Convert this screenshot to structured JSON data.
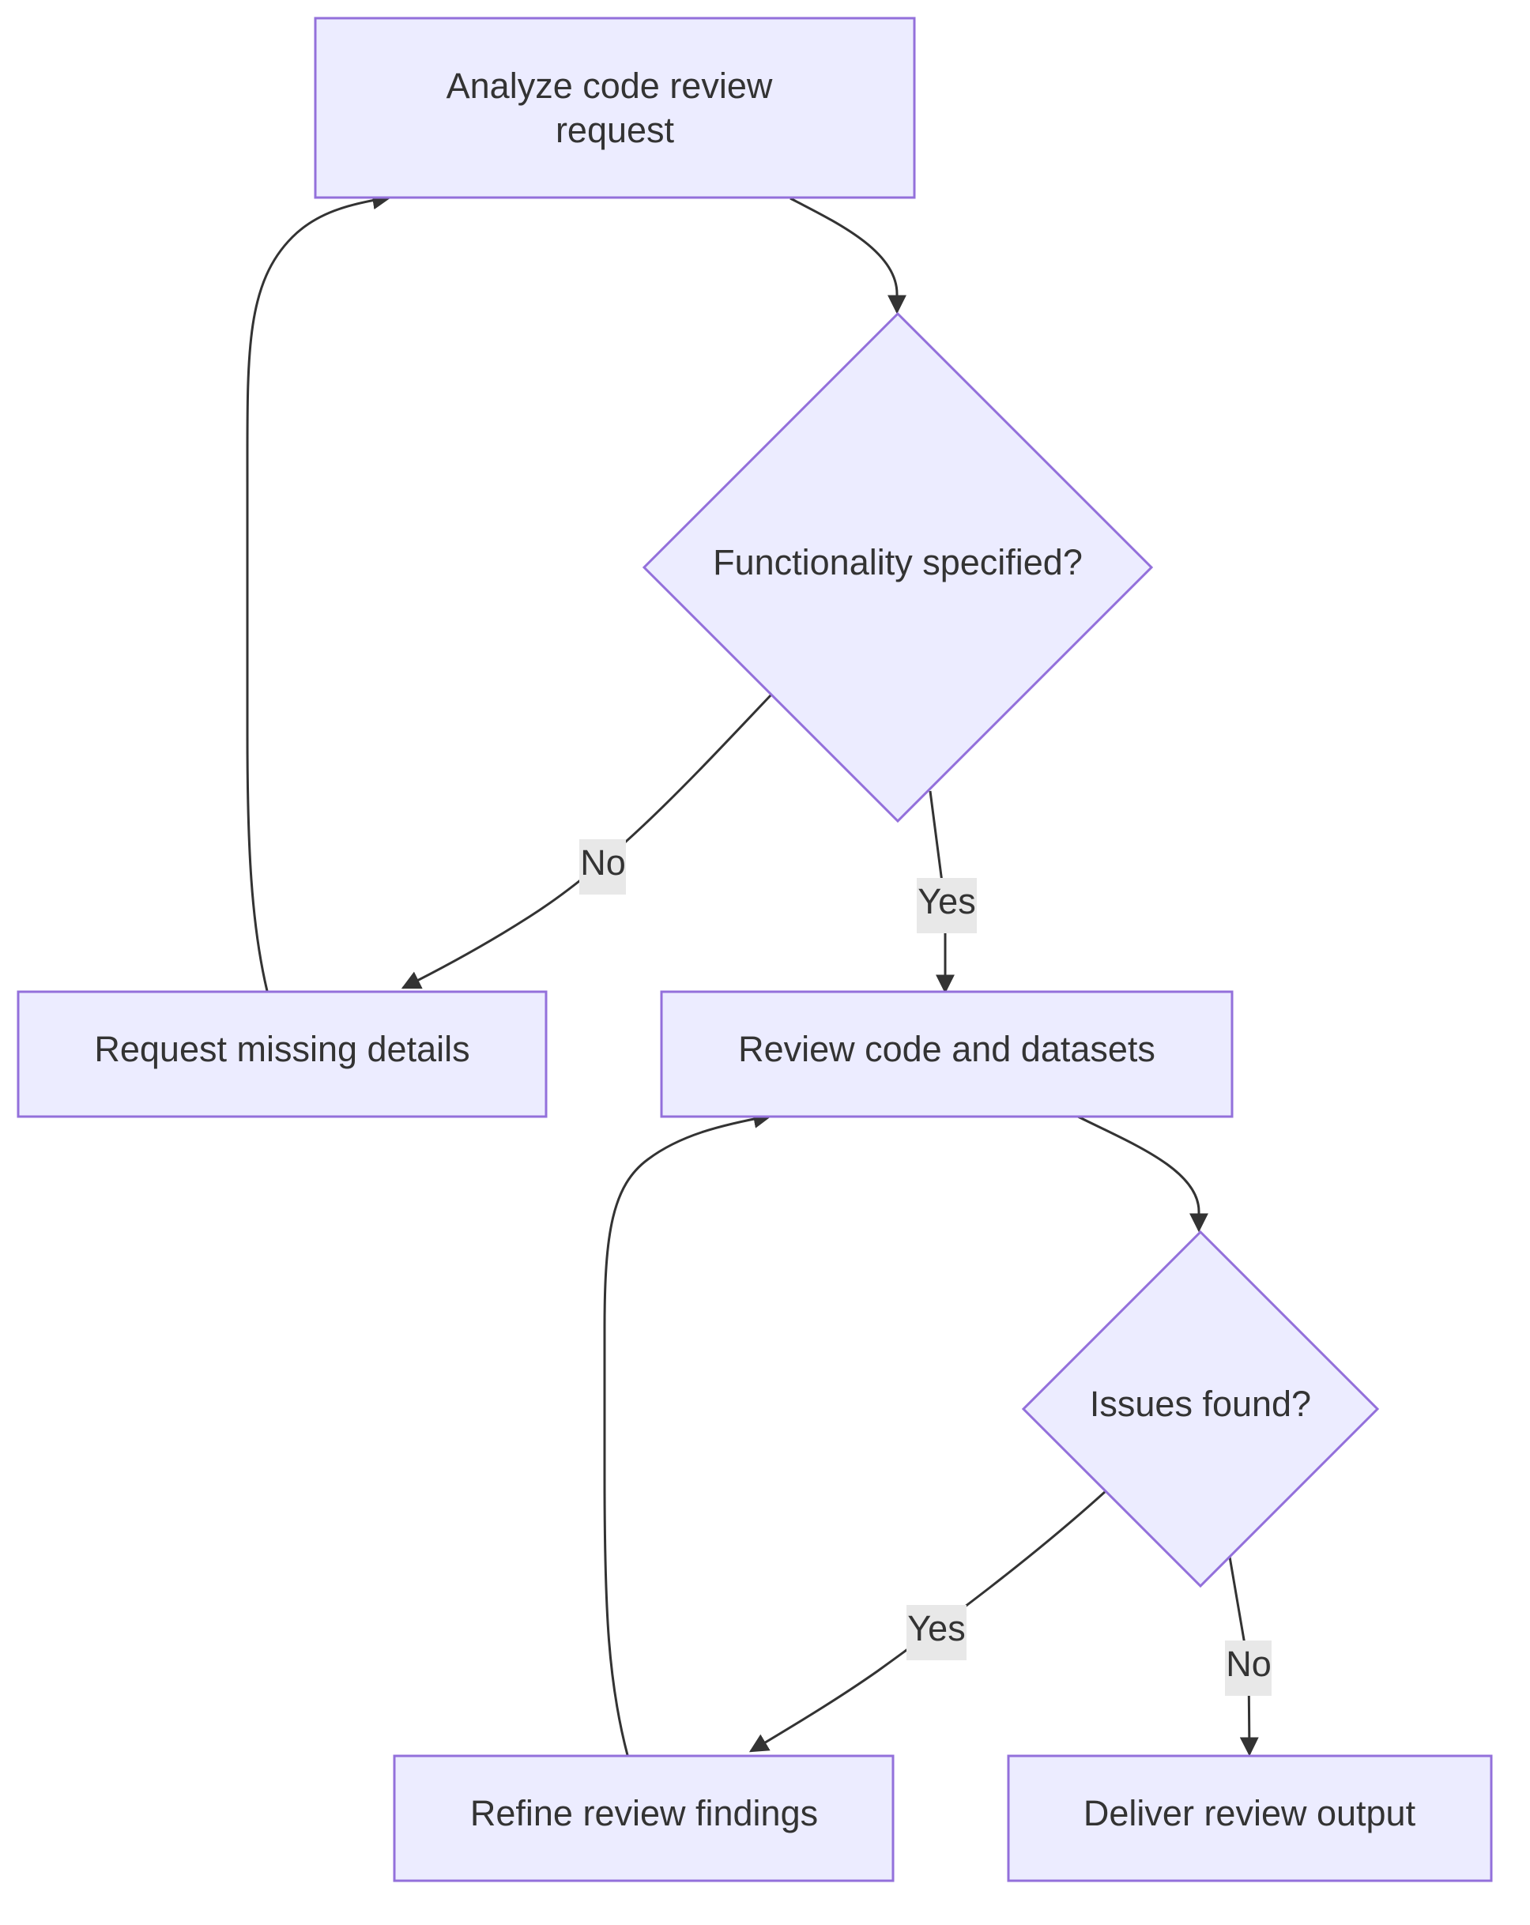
{
  "nodes": {
    "analyze": {
      "line1": "Analyze code review",
      "line2": "request"
    },
    "functionality": {
      "label": "Functionality specified?"
    },
    "request_missing": {
      "label": "Request missing details"
    },
    "review": {
      "label": "Review code and datasets"
    },
    "issues": {
      "label": "Issues found?"
    },
    "refine": {
      "label": "Refine review findings"
    },
    "deliver": {
      "label": "Deliver review output"
    }
  },
  "edge_labels": {
    "functionality_no": "No",
    "functionality_yes": "Yes",
    "issues_yes": "Yes",
    "issues_no": "No"
  },
  "colors": {
    "node_fill": "#ececff",
    "node_stroke": "#9370db",
    "edge": "#333333",
    "label_background": "#e8e8e8"
  }
}
